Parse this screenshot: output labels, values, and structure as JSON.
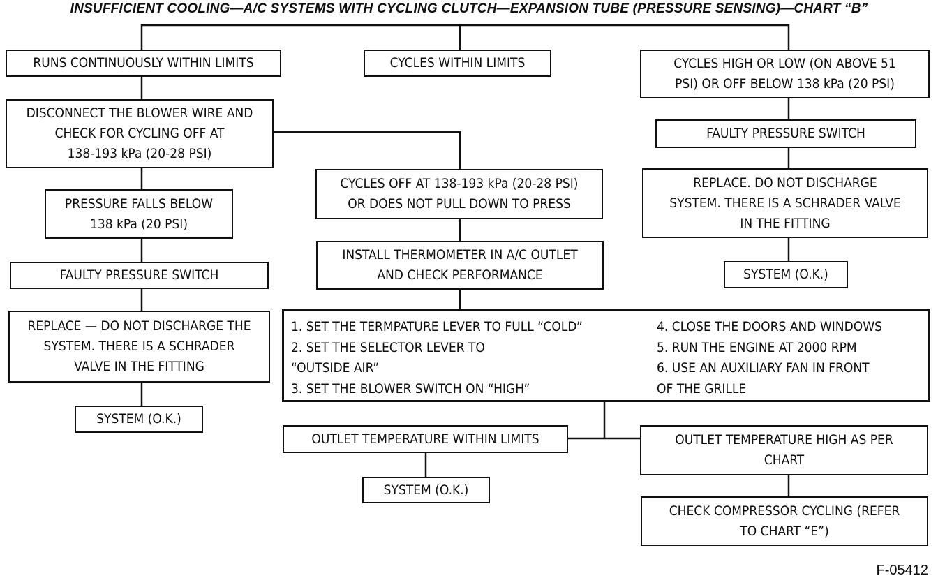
{
  "title": "INSUFFICIENT COOLING—A/C SYSTEMS WITH CYCLING CLUTCH—EXPANSION TUBE (PRESSURE SENSING)—CHART “B”",
  "figure_id": "F-05412",
  "boxes": {
    "runs_continuously": "RUNS CONTINUOUSLY WITHIN LIMITS",
    "cycles_within": "CYCLES WITHIN LIMITS",
    "cycles_high_low": "CYCLES HIGH OR LOW (ON ABOVE 51\nPSI) OR OFF BELOW 138 kPa (20 PSI)",
    "disconnect_blower": "DISCONNECT THE BLOWER WIRE AND\nCHECK FOR CYCLING OFF AT\n138-193 kPa (20-28 PSI)",
    "faulty_switch_right": "FAULTY PRESSURE SWITCH",
    "cycles_off_at": "CYCLES OFF AT 138-193 kPa (20-28 PSI)\nOR DOES NOT PULL DOWN TO PRESS",
    "replace_right": "REPLACE. DO NOT DISCHARGE\nSYSTEM. THERE IS A SCHRADER VALVE\nIN THE FITTING",
    "pressure_falls": "PRESSURE FALLS BELOW\n138 kPa (20 PSI)",
    "install_thermometer": "INSTALL THERMOMETER IN A/C OUTLET\nAND CHECK PERFORMANCE",
    "system_ok_right": "SYSTEM (O.K.)",
    "faulty_switch_left": "FAULTY PRESSURE SWITCH",
    "replace_left": "REPLACE — DO NOT DISCHARGE THE\nSYSTEM. THERE IS A SCHRADER\nVALVE IN THE FITTING",
    "system_ok_left": "SYSTEM (O.K.)",
    "outlet_within": "OUTLET TEMPERATURE WITHIN LIMITS",
    "outlet_high": "OUTLET TEMPERATURE HIGH AS PER\nCHART",
    "system_ok_center": "SYSTEM (O.K.)",
    "check_compressor": "CHECK COMPRESSOR CYCLING (REFER\nTO CHART “E”)"
  },
  "steps_left": [
    "1.  SET THE TERMPATURE LEVER TO FULL “COLD”",
    "2.  SET THE SELECTOR LEVER TO\n      “OUTSIDE AIR”",
    "3.  SET THE BLOWER SWITCH ON “HIGH”"
  ],
  "steps_right": [
    "4.  CLOSE THE DOORS AND WINDOWS",
    "5.  RUN THE ENGINE AT 2000 RPM",
    "6.  USE AN AUXILIARY FAN IN FRONT\n      OF THE GRILLE"
  ]
}
